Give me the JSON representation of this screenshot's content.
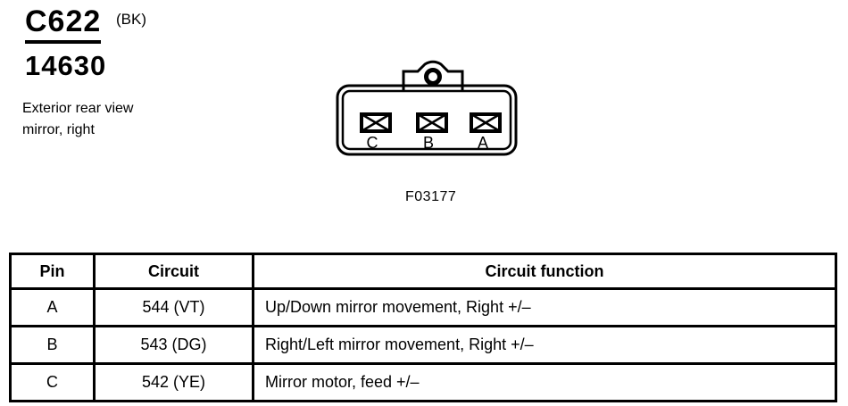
{
  "page": {
    "background_color": "#ffffff",
    "ink_color": "#000000"
  },
  "header": {
    "connector_id": "C622",
    "connector_color_code": "(BK)",
    "part_number": "14630",
    "description": "Exterior rear view mirror, right"
  },
  "connector_figure": {
    "figure_label": "F03177",
    "pins": [
      {
        "label": "C"
      },
      {
        "label": "B"
      },
      {
        "label": "A"
      }
    ]
  },
  "table": {
    "headers": [
      "Pin",
      "Circuit",
      "Circuit function"
    ],
    "rows": [
      {
        "pin": "A",
        "circuit": "544 (VT)",
        "function": "Up/Down mirror movement, Right +/–"
      },
      {
        "pin": "B",
        "circuit": "543 (DG)",
        "function": "Right/Left mirror movement, Right +/–"
      },
      {
        "pin": "C",
        "circuit": "542 (YE)",
        "function": "Mirror motor, feed +/–"
      }
    ]
  }
}
